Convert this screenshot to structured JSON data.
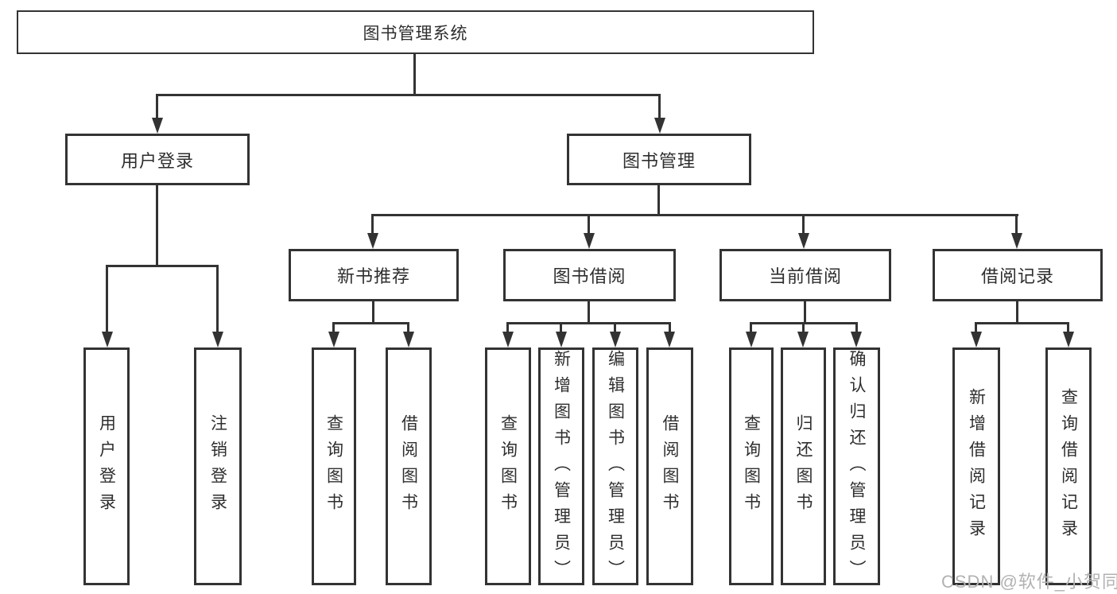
{
  "nodes": {
    "root": "图书管理系统",
    "user_login": "用户登录",
    "book_mgmt": "图书管理",
    "new_books": "新书推荐",
    "book_borrow": "图书借阅",
    "current_borrow": "当前借阅",
    "borrow_records": "借阅记录",
    "leaf_user_login": "用户登录",
    "leaf_logout": "注销登录",
    "leaf_nb_query": "查询图书",
    "leaf_nb_borrow": "借阅图书",
    "leaf_bb_query": "查询图书",
    "leaf_bb_add": "新增图书（管理员）",
    "leaf_bb_edit": "编辑图书（管理员）",
    "leaf_bb_borrow": "借阅图书",
    "leaf_cb_query": "查询图书",
    "leaf_cb_return": "归还图书",
    "leaf_cb_confirm": "确认归还（管理员）",
    "leaf_br_add": "新增借阅记录",
    "leaf_br_query": "查询借阅记录"
  },
  "watermark": "CSDN @软件_小贺同学",
  "colors": {
    "line": "#333333",
    "text": "#2e2e2e",
    "background": "#ffffff",
    "watermark": "#b2b2b2"
  }
}
